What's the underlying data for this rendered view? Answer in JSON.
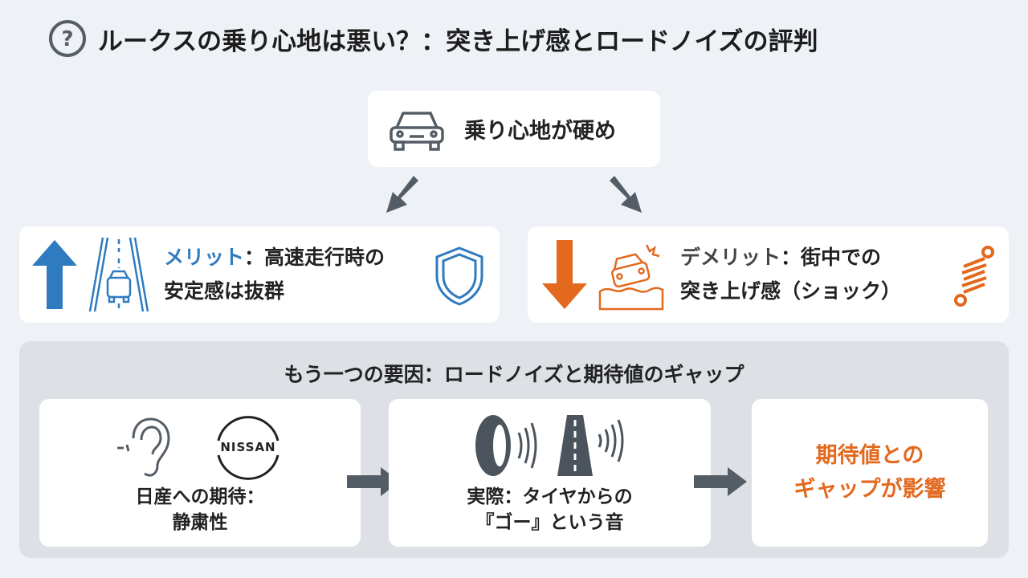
{
  "title": "ルークスの乗り心地は悪い？：突き上げ感とロードノイズの評判",
  "top_box": {
    "text": "乗り心地が硬め"
  },
  "merit": {
    "label": "メリット",
    "line1_rest": "：高速走行時の",
    "line2": "安定感は抜群"
  },
  "demerit": {
    "label": "デメリット",
    "line1_rest": "：街中での",
    "line2": "突き上げ感（ショック）"
  },
  "bottom": {
    "heading": "もう一つの要因：ロードノイズと期待値のギャップ",
    "logo_text": "NISSAN",
    "steps": [
      {
        "line1": "日産への期待：",
        "line2": "静粛性"
      },
      {
        "line1": "実際：タイヤからの",
        "line2": "『ゴー』という音"
      },
      {
        "line1": "期待値との",
        "line2": "ギャップが影響"
      }
    ]
  },
  "colors": {
    "blue": "#2f7bbf",
    "orange": "#e2691e",
    "gray": "#545d66"
  }
}
